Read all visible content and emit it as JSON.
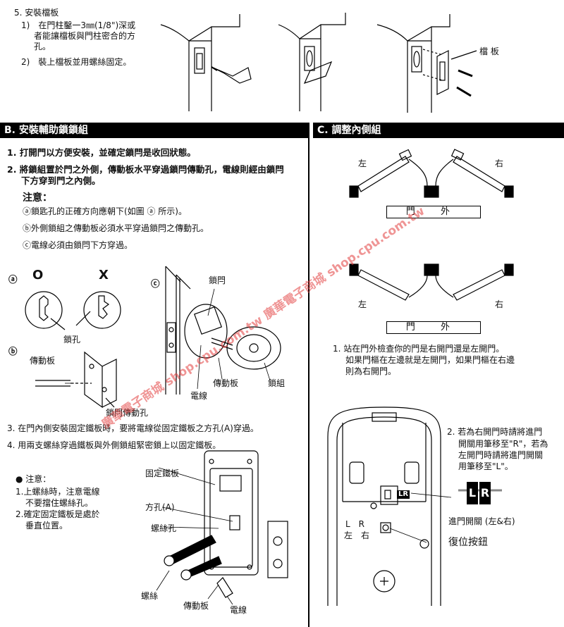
{
  "step5": {
    "title": "5. 安裝檔板",
    "item1_line1": "1)　在門柱鑿一3㎜(1/8\")深或",
    "item1_line2": "者能讓檔板與門柱密合的方",
    "item1_line3": "孔。",
    "item2": "2)　裝上檔板並用螺絲固定。",
    "label_strike": "檔 板"
  },
  "sectionB": {
    "header": "B. 安裝輔助鎖鎖組",
    "step1": "1. 打開門以方便安裝，並確定鎖閂是收回狀態。",
    "step2_line1": "2. 將鎖組置於門之外側，傳動板水平穿過鎖閂傳動孔，電線則經由鎖閂",
    "step2_line2": "下方穿到門之內側。",
    "note_title": "注意：",
    "note_a": "ⓐ鎖匙孔的正確方向應朝下(如圖 ⓐ 所示)。",
    "note_b": "ⓑ外側鎖組之傳動板必須水平穿過鎖閂之傳動孔。",
    "note_c": "ⓒ電線必須由鎖閂下方穿過。",
    "fig_a": "ⓐ",
    "fig_o": "O",
    "fig_x": "X",
    "label_keyhole": "鎖孔",
    "fig_b": "ⓑ",
    "label_plate": "傳動板",
    "label_bolt_hole": "鎖閂傳動孔",
    "fig_c": "ⓒ",
    "label_bolt": "鎖閂",
    "label_plate2": "傳動板",
    "label_wire": "電線",
    "label_lockset": "鎖組",
    "step3": "3. 在門內側安裝固定鐵板時，要將電線從固定鐵板之方孔(A)穿過。",
    "step4": "4. 用兩支螺絲穿過鐵板與外側鎖組緊密鎖上以固定鐵板。",
    "note2_title": "● 注意：",
    "note2_1a": "1.上螺絲時，注意電線",
    "note2_1b": "不要擋住螺絲孔。",
    "note2_2a": "2.確定固定鐵板是處於",
    "note2_2b": "垂直位置。",
    "label_mount_plate": "固定鐵板",
    "label_square_hole": "方孔(A)",
    "label_screw_hole": "螺絲孔",
    "label_screw": "螺絲",
    "label_plate3": "傳動板",
    "label_wire2": "電線"
  },
  "sectionC": {
    "header": "C. 調整內側組",
    "left": "左",
    "right": "右",
    "door_out": "門 外",
    "left2": "左",
    "right2": "右",
    "door_out2": "門 外",
    "step1_line1": "1. 站在門外檢查你的門是右開門還是左開門。",
    "step1_line2": "如果門樞在左邊就是左開門，如果門樞在右邊",
    "step1_line3": "則為右開門。",
    "step2_line1": "2. 若為右開門時請將進門",
    "step2_line2": "開關用筆移至\"R\"，若為",
    "step2_line3": "左開門時請將進門開關",
    "step2_line4": "用筆移至\"L\"。",
    "lr_small": "LR",
    "lr_big_l": "L",
    "lr_big_r": "R",
    "label_switch": "進門開關 (左&右)",
    "label_reset": "復位按鈕",
    "lr_text_en": "L　R",
    "lr_text_zh": "左　右"
  },
  "watermark": "廣華電子商城 shop.cpu.com.tw 廣華電子商城 shop.cpu.com.tw",
  "colors": {
    "watermark": "#e23d3d",
    "header_bg": "#000000"
  }
}
